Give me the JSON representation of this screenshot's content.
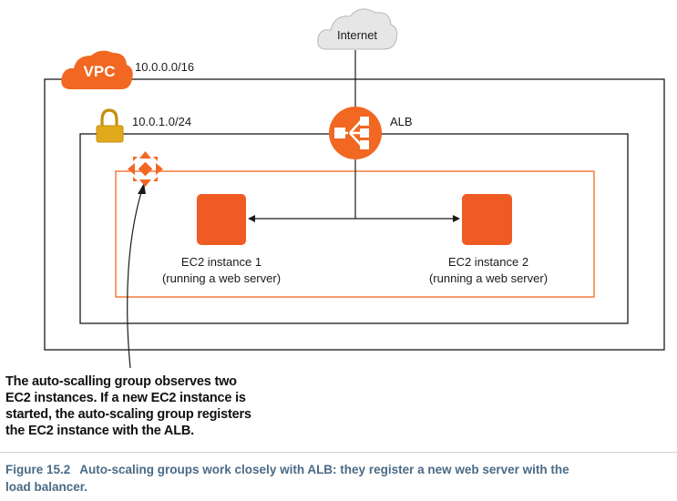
{
  "nodes": {
    "internet": {
      "label": "Internet"
    },
    "vpc": {
      "badge": "VPC",
      "cidr": "10.0.0.0/16"
    },
    "subnet": {
      "cidr": "10.0.1.0/24"
    },
    "alb": {
      "label": "ALB"
    },
    "ec2_1": {
      "title": "EC2 instance 1",
      "subtitle": "(running a web server)"
    },
    "ec2_2": {
      "title": "EC2 instance 2",
      "subtitle": "(running a web server)"
    }
  },
  "annotation": {
    "lines": [
      "The auto-scalling group observes two",
      "EC2 instances. If a new EC2 instance is",
      "started, the auto-scaling group registers",
      "the EC2 instance with the ALB."
    ]
  },
  "caption": {
    "figure": "Figure 15.2",
    "line1": "Auto-scaling groups work closely with ALB: they register a new web server with the",
    "line2": "load balancer."
  },
  "colors": {
    "aws_orange": "#f26722",
    "ec2_orange": "#ef5b23",
    "lock_gold": "#e0aa1c",
    "cloud_gray": "#e6e6e6",
    "border": "#1a1a1a",
    "caption_blue": "#4a6a86"
  },
  "icons": [
    "cloud-icon",
    "vpc-cloud-icon",
    "lock-icon",
    "alb-icon",
    "auto-scaling-icon",
    "ec2-instance-icon"
  ]
}
